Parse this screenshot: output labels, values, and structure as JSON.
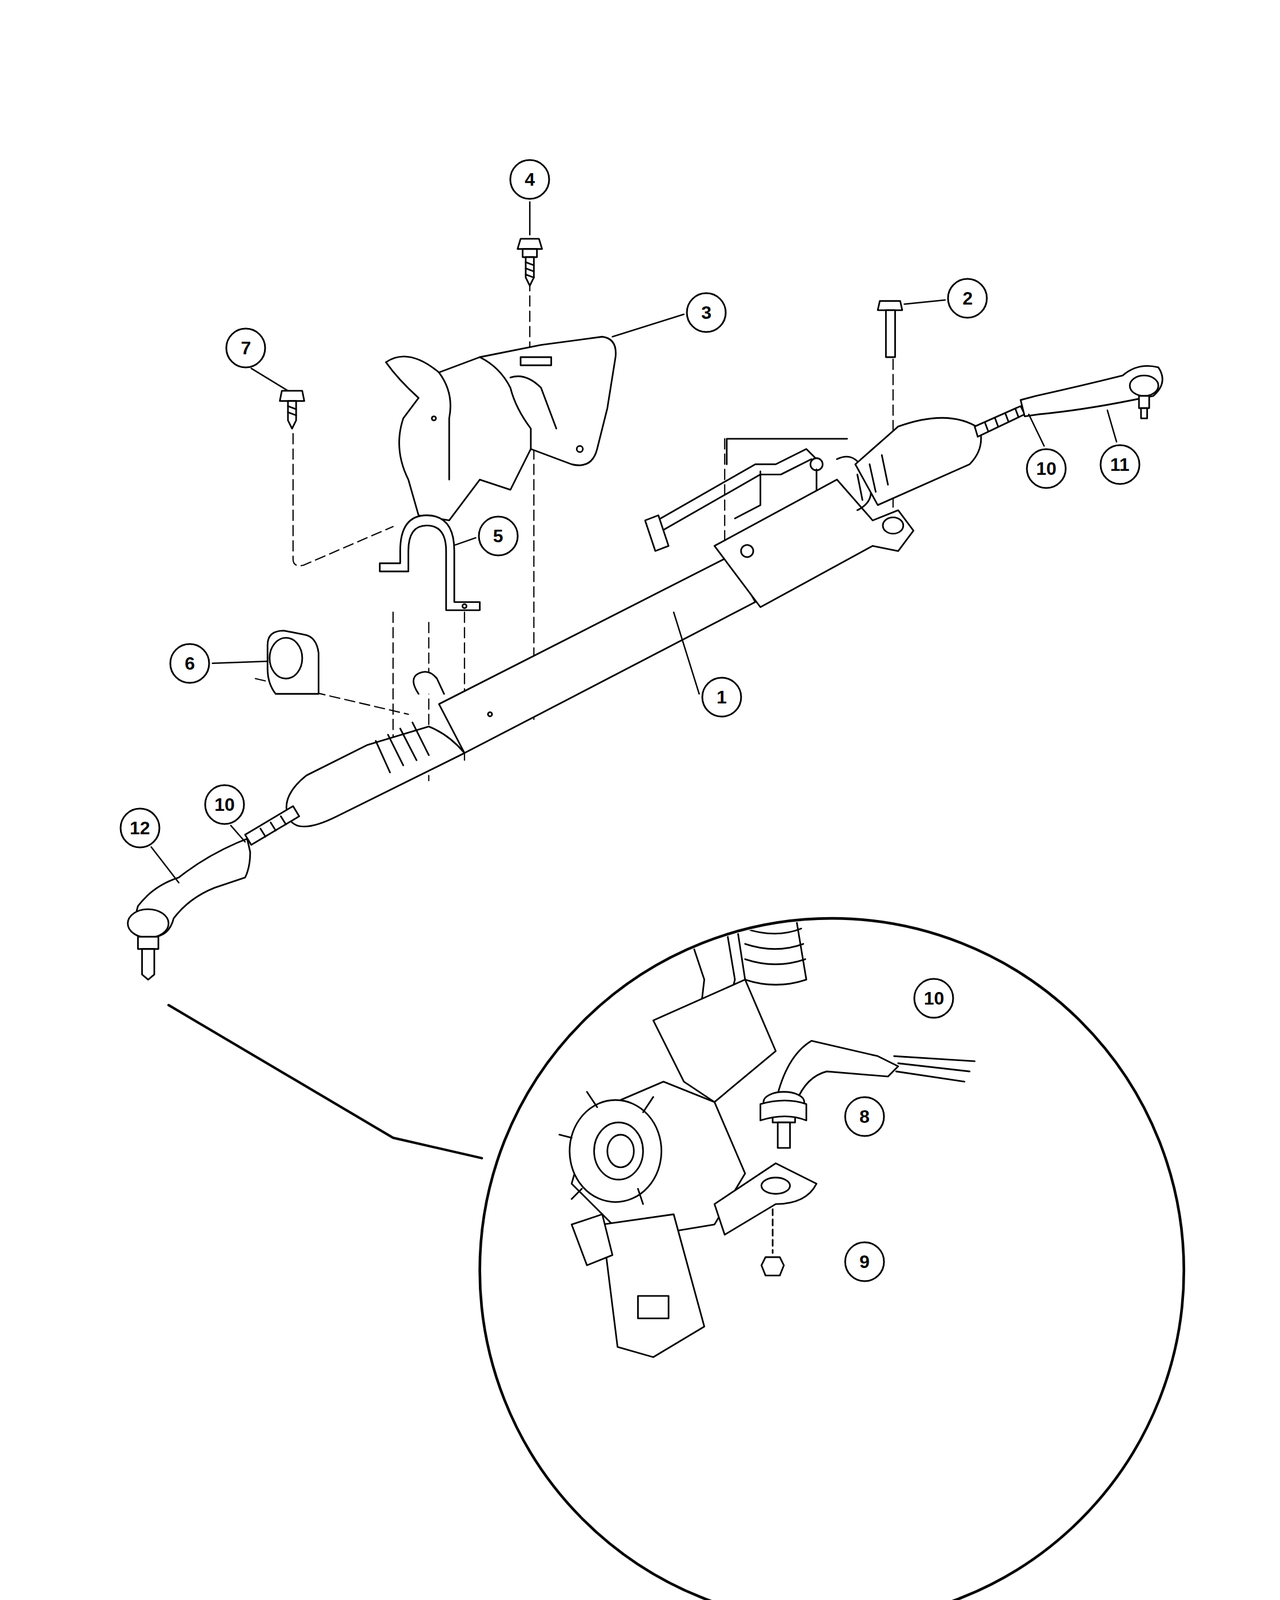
{
  "diagram": {
    "nodes": [
      {
        "text": [
          "4"
        ]
      },
      {
        "text": [
          "2"
        ]
      },
      {
        "text": [
          "3"
        ]
      },
      {
        "text": [
          "7"
        ]
      },
      {
        "text": [
          "10"
        ]
      },
      {
        "text": [
          "11"
        ]
      },
      {
        "text": [
          "5"
        ]
      },
      {
        "text": [
          "6"
        ]
      },
      {
        "text": [
          "1"
        ]
      },
      {
        "text": [
          "12"
        ]
      },
      {
        "text": [
          "10"
        ]
      },
      {
        "text": [
          "10"
        ]
      },
      {
        "text": [
          "8"
        ]
      },
      {
        "text": [
          "9"
        ]
      }
    ]
  }
}
